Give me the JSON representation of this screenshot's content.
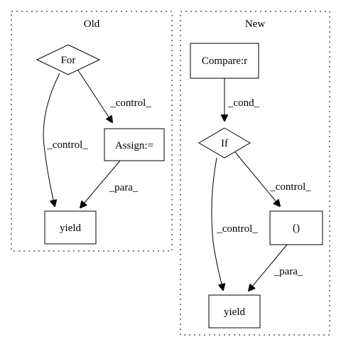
{
  "clusters": {
    "old": {
      "label": "Old"
    },
    "new": {
      "label": "New"
    }
  },
  "nodes": {
    "old_for": "For",
    "old_assign": "Assign:=",
    "old_yield": "yield",
    "new_compare": "Compare:r",
    "new_if": "If",
    "new_paren": "()",
    "new_yield": "yield"
  },
  "edges": {
    "old_for_yield": "_control_",
    "old_for_assign": "_control_",
    "old_assign_yield": "_para_",
    "new_compare_if": "_cond_",
    "new_if_paren": "_control_",
    "new_if_yield": "_control_",
    "new_paren_yield": "_para_"
  }
}
